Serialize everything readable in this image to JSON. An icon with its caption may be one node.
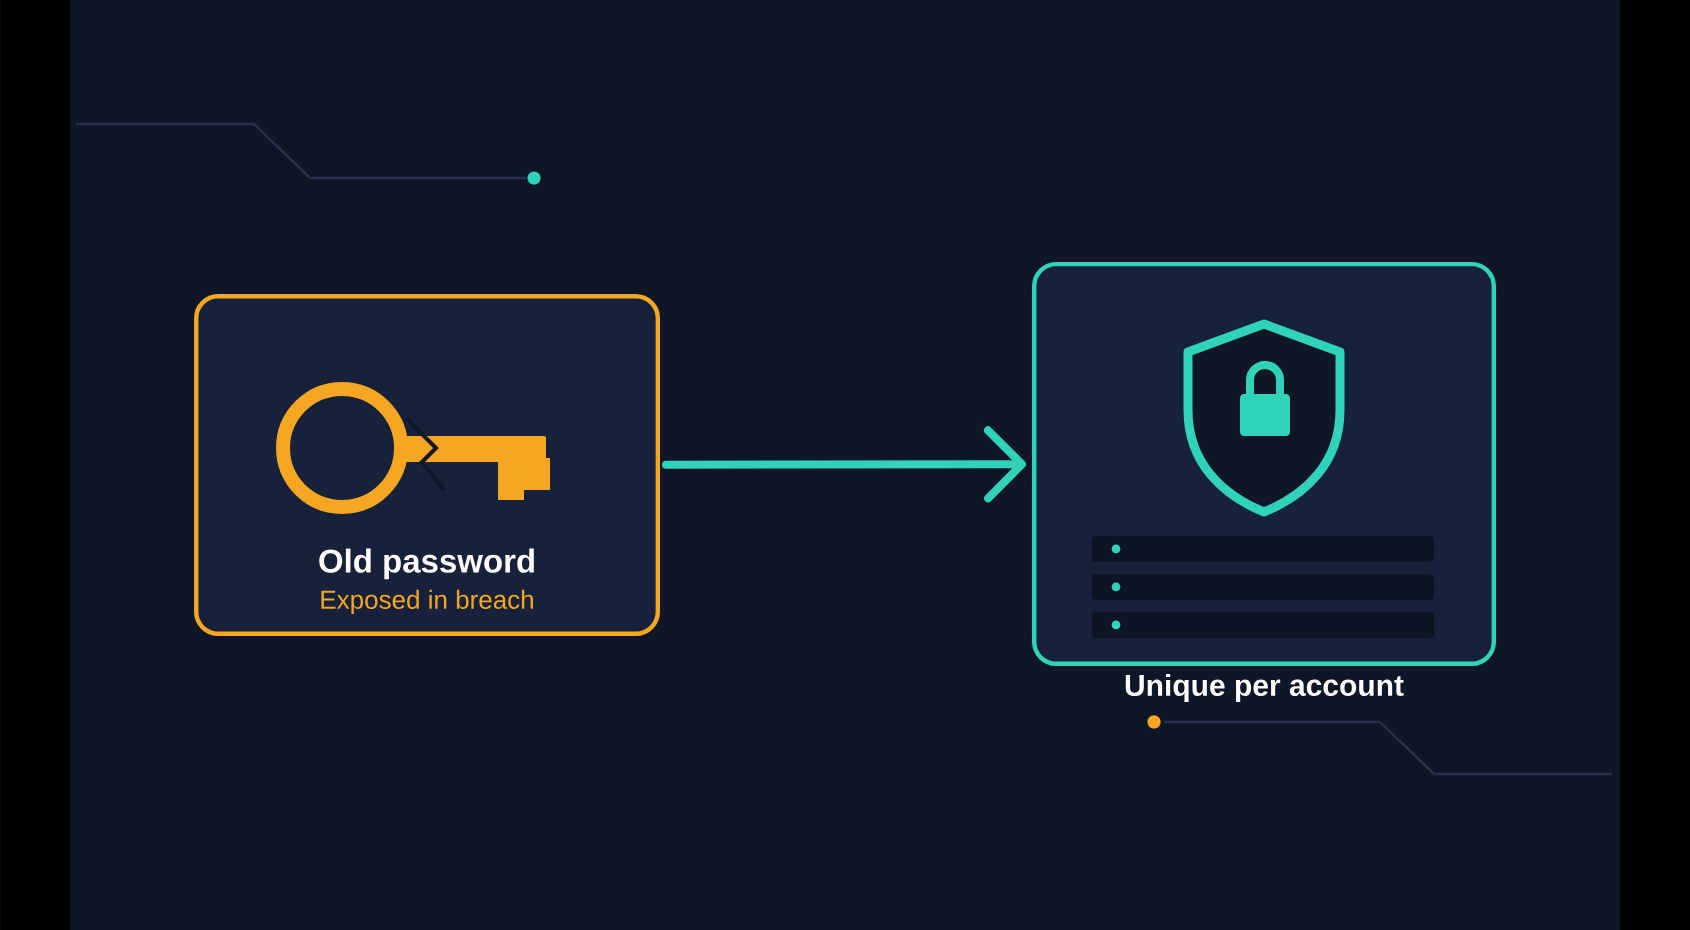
{
  "diagram": {
    "nodes": [
      {
        "text": [
          "Old password",
          "Exposed in breach"
        ]
      },
      {
        "text": [
          "Unique per account"
        ]
      }
    ],
    "edges": [
      {
        "from": 0,
        "to": 1,
        "arrow": "to"
      }
    ]
  }
}
